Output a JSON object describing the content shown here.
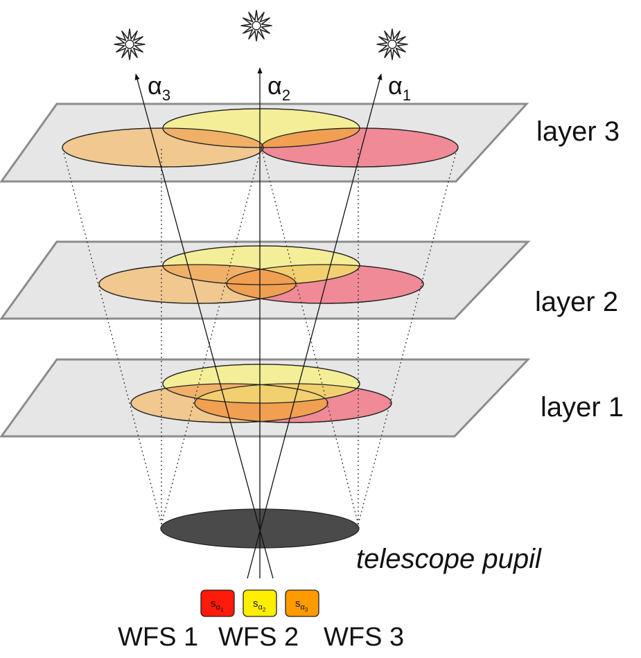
{
  "stars": [
    {
      "name": "star-3-icon",
      "label_main": "α",
      "label_sub": "3"
    },
    {
      "name": "star-2-icon",
      "label_main": "α",
      "label_sub": "2"
    },
    {
      "name": "star-1-icon",
      "label_main": "α",
      "label_sub": "1"
    }
  ],
  "layers": [
    {
      "label": "layer 3"
    },
    {
      "label": "layer 2"
    },
    {
      "label": "layer 1"
    }
  ],
  "pupil_label": "telescope pupil",
  "sensors": [
    {
      "symbol": "s",
      "sub": "α",
      "subsub": "1",
      "color": "#ff1a0a",
      "caption": "WFS 1"
    },
    {
      "symbol": "s",
      "sub": "α",
      "subsub": "2",
      "color": "#ffee00",
      "caption": "WFS 2"
    },
    {
      "symbol": "s",
      "sub": "α",
      "subsub": "3",
      "color": "#ff9a00",
      "caption": "WFS 3"
    }
  ],
  "colors": {
    "footprint_alpha1": "#f08a96",
    "footprint_alpha2": "#f5ee98",
    "footprint_alpha3": "#f0c890",
    "overlap_1_2": "#f2d070",
    "overlap_2_3": "#f0b068",
    "overlap_1_3": "#f0a050",
    "plane": "#e6e6e6",
    "pupil": "#4a4a4a"
  }
}
